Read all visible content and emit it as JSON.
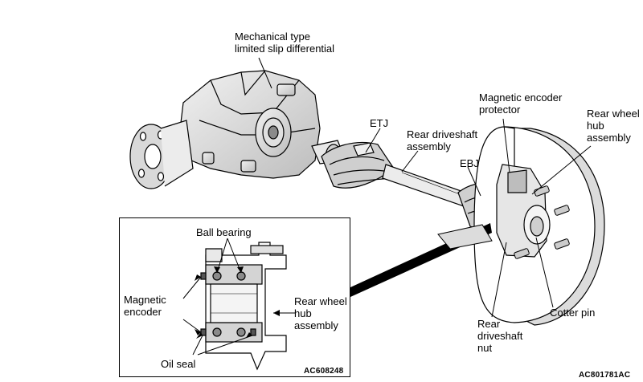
{
  "labels": {
    "differential": [
      "Mechanical type",
      "limited slip differential"
    ],
    "etj": "ETJ",
    "driveshaft_assembly": [
      "Rear driveshaft",
      "assembly"
    ],
    "ebj": "EBJ",
    "encoder_protector": [
      "Magnetic encoder",
      "protector"
    ],
    "hub_assembly": [
      "Rear wheel",
      "hub",
      "assembly"
    ],
    "cotter_pin": "Cotter pin",
    "driveshaft_nut": [
      "Rear",
      "driveshaft",
      "nut"
    ]
  },
  "inset": {
    "ball_bearing": "Ball bearing",
    "magnetic_encoder": [
      "Magnetic",
      "encoder"
    ],
    "hub_assembly": [
      "Rear wheel",
      "hub",
      "assembly"
    ],
    "oil_seal": "Oil seal",
    "code": "AC608248"
  },
  "figure_code": "AC801781AC"
}
